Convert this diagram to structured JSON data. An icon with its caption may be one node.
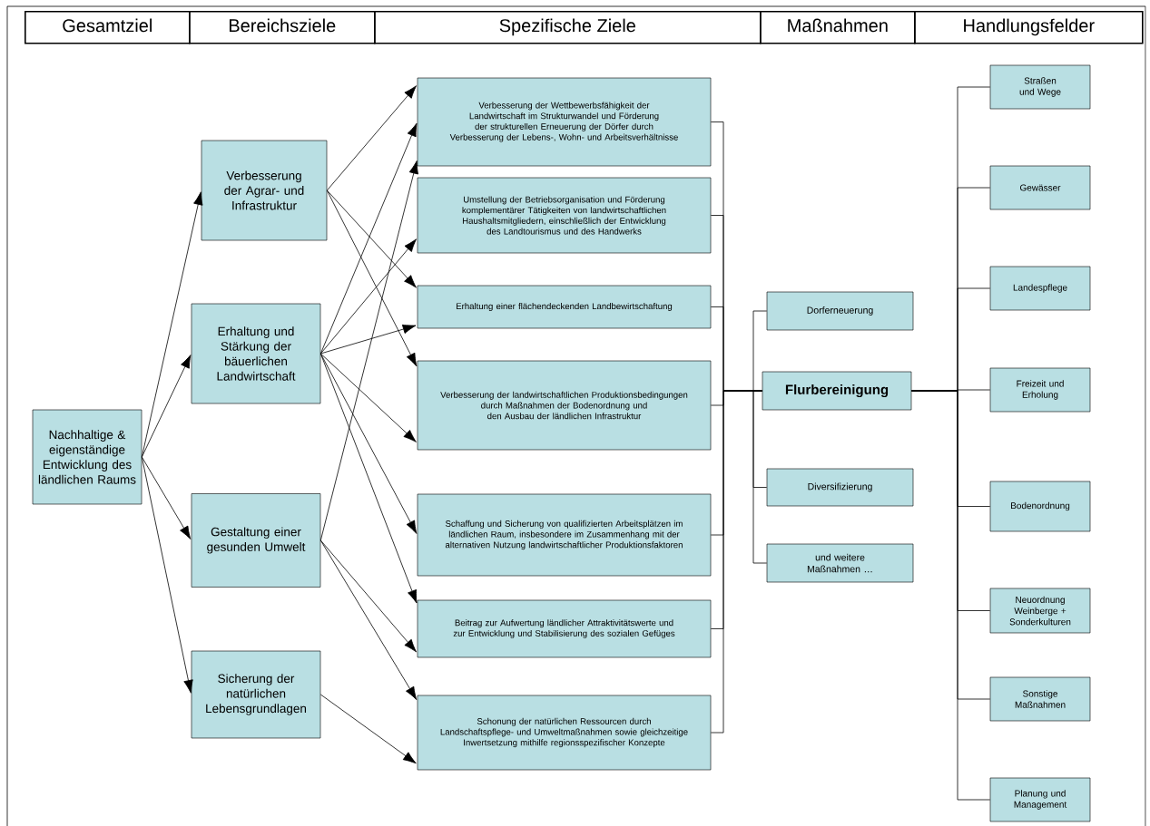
{
  "diagram": {
    "nodes": [
      {
        "text": [
          "Nachhaltige & eigenständige Entwicklung des ländlichen Raums"
        ]
      },
      {
        "text": [
          "Verbesserung der Agrar- und Infrastruktur"
        ]
      },
      {
        "text": [
          "Erhaltung und Stärkung der bäuerlichen Landwirtschaft"
        ]
      },
      {
        "text": [
          "Gestaltung einer gesunden Umwelt"
        ]
      },
      {
        "text": [
          "Sicherung der natürlichen Lebensgrundlagen"
        ]
      },
      {
        "text": [
          "Verbesserung der Wettbewerbsfähigkeit der Landwirtschaft im Strukturwandel und Förderung der strukturellen Erneuerung der Dörfer durch Verbesserung der Lebens-, Wohn- und Arbeitsverhältnisse"
        ]
      },
      {
        "text": [
          "Umstellung der Betriebsorganisation und Förderung komplementärer Tätigkeiten von landwirtschaftlichen Haushaltsmitgliedern, einschließlich der Entwicklung des Landtourismus und des Handwerks"
        ]
      },
      {
        "text": [
          "Erhaltung einer flächendeckenden Landbewirtschaftung"
        ]
      },
      {
        "text": [
          "Verbesserung der landwirtschaftlichen Produktionsbedingungen durch Maßnahmen der Bodenordnung und den Ausbau der ländlichen Infrastruktur"
        ]
      },
      {
        "text": [
          "Schaffung und Sicherung von qualifizierten Arbeitsplätzen im ländlichen Raum, insbesondere im Zusammenhang mit der alternativen Nutzung landwirtschaftlicher Produktionsfaktoren"
        ]
      },
      {
        "text": [
          "Beitrag zur Aufwertung ländlicher Attraktivitätswerte und zur Entwicklung und Stabilisierung des sozialen Gefüges"
        ]
      },
      {
        "text": [
          "Schonung der natürlichen Ressourcen durch Landschaftspflege- und Umweltmaßnahmen sowie gleichzeitige Inwertsetzung mithilfe regionsspezifischer Konzepte"
        ]
      },
      {
        "text": [
          "Dorferneuerung"
        ]
      },
      {
        "text": [
          "Flurbereinigung"
        ]
      },
      {
        "text": [
          "Diversifizierung"
        ]
      },
      {
        "text": [
          "und weitere Maßnahmen …"
        ]
      },
      {
        "text": [
          "Straßen und Wege"
        ]
      },
      {
        "text": [
          "Gewässer"
        ]
      },
      {
        "text": [
          "Landespflege"
        ]
      },
      {
        "text": [
          "Freizeit und Erholung"
        ]
      },
      {
        "text": [
          "Bodenordnung"
        ]
      },
      {
        "text": [
          "Neuordnung Weinberge + Sonderkulturen"
        ]
      },
      {
        "text": [
          "Sonstige Maßnahmen"
        ]
      },
      {
        "text": [
          "Planung und Management"
        ]
      }
    ],
    "edges": [
      {
        "from": 0,
        "to": 1,
        "arrow": "to"
      },
      {
        "from": 0,
        "to": 2,
        "arrow": "to"
      },
      {
        "from": 0,
        "to": 3,
        "arrow": "to"
      },
      {
        "from": 0,
        "to": 4,
        "arrow": "to"
      },
      {
        "from": 1,
        "to": 5,
        "arrow": "to"
      },
      {
        "from": 1,
        "to": 7,
        "arrow": "to"
      },
      {
        "from": 1,
        "to": 8,
        "arrow": "to"
      },
      {
        "from": 2,
        "to": 5,
        "arrow": "to"
      },
      {
        "from": 2,
        "to": 6,
        "arrow": "to"
      },
      {
        "from": 2,
        "to": 7,
        "arrow": "to"
      },
      {
        "from": 2,
        "to": 8,
        "arrow": "to"
      },
      {
        "from": 2,
        "to": 9,
        "arrow": "to"
      },
      {
        "from": 2,
        "to": 10,
        "arrow": "to"
      },
      {
        "from": 3,
        "to": 5,
        "arrow": "to"
      },
      {
        "from": 3,
        "to": 10,
        "arrow": "to"
      },
      {
        "from": 3,
        "to": 11,
        "arrow": "to"
      },
      {
        "from": 4,
        "to": 11,
        "arrow": "to"
      },
      {
        "from": 5,
        "to": 13,
        "arrow": "none"
      },
      {
        "from": 6,
        "to": 13,
        "arrow": "none"
      },
      {
        "from": 7,
        "to": 13,
        "arrow": "none"
      },
      {
        "from": 8,
        "to": 13,
        "arrow": "none"
      },
      {
        "from": 9,
        "to": 13,
        "arrow": "none"
      },
      {
        "from": 10,
        "to": 13,
        "arrow": "none"
      },
      {
        "from": 11,
        "to": 13,
        "arrow": "none"
      },
      {
        "from": 13,
        "to": 12,
        "arrow": "none"
      },
      {
        "from": 13,
        "to": 14,
        "arrow": "none"
      },
      {
        "from": 13,
        "to": 15,
        "arrow": "none"
      },
      {
        "from": 13,
        "to": 16,
        "arrow": "none"
      },
      {
        "from": 13,
        "to": 17,
        "arrow": "none"
      },
      {
        "from": 13,
        "to": 18,
        "arrow": "none"
      },
      {
        "from": 13,
        "to": 19,
        "arrow": "none"
      },
      {
        "from": 13,
        "to": 20,
        "arrow": "none"
      },
      {
        "from": 13,
        "to": 21,
        "arrow": "none"
      },
      {
        "from": 13,
        "to": 22,
        "arrow": "none"
      },
      {
        "from": 13,
        "to": 23,
        "arrow": "none"
      }
    ],
    "labels": [
      "Gesamtziel",
      "Bereichsziele",
      "Spezifische Ziele",
      "Maßnahmen",
      "Handlungsfelder"
    ]
  }
}
